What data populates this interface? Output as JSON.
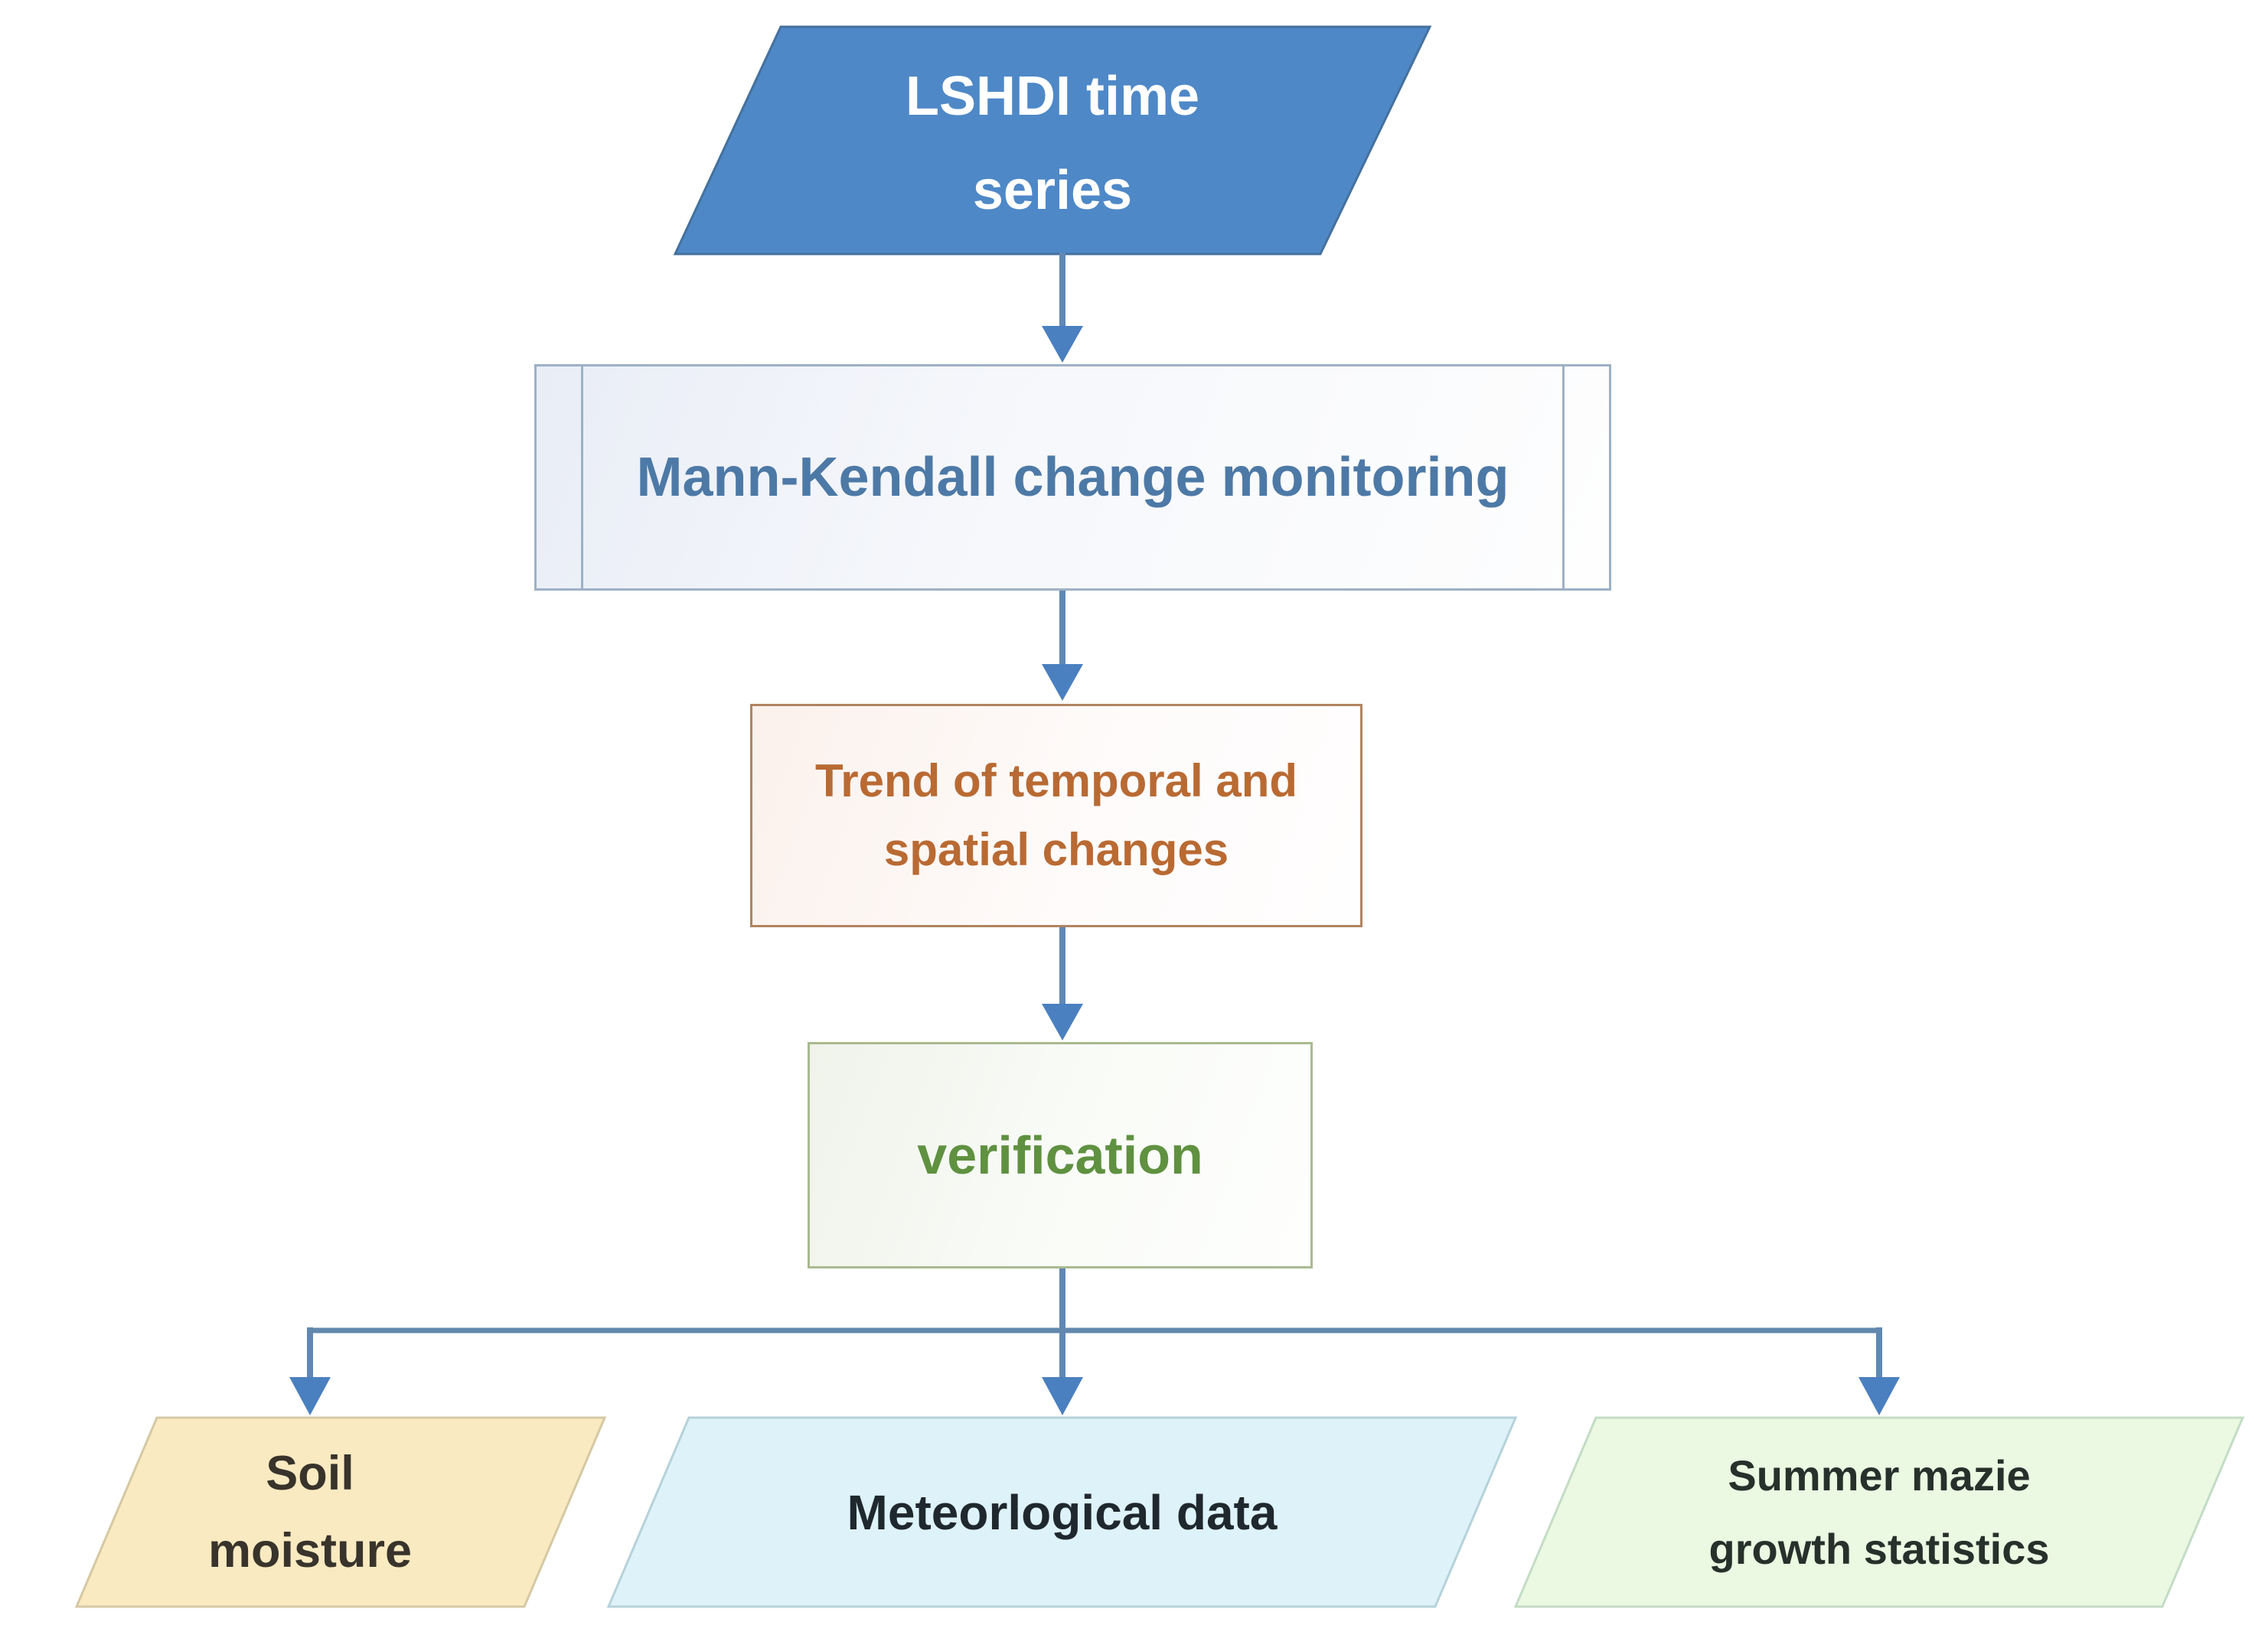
{
  "flowchart": {
    "nodes": {
      "lshdi_time_series": {
        "lines": [
          "LSHDI time",
          "series"
        ],
        "shape": "parallelogram",
        "fill": "#4e88c7",
        "border_color": "#44719e",
        "text_color": "#ffffff"
      },
      "mann_kendall": {
        "lines": [
          "Mann-Kendall change monitoring"
        ],
        "shape": "predefined-process",
        "fill": "#f5f7fb",
        "border_color": "#9db1c5",
        "text_color": "#4d79a6"
      },
      "trend": {
        "lines": [
          "Trend of temporal and",
          "spatial changes"
        ],
        "shape": "process",
        "fill": "#fdf8f4",
        "border_color": "#b08460",
        "text_color": "#b96a33"
      },
      "verification": {
        "lines": [
          "verification"
        ],
        "shape": "process",
        "fill": "#f6f8f2",
        "border_color": "#a9ba90",
        "text_color": "#5f9140"
      },
      "soil_moisture": {
        "lines": [
          "Soil",
          "moisture"
        ],
        "shape": "parallelogram",
        "fill": "#faeac1",
        "border_color": "#d5c9a4",
        "text_color": "#38332b"
      },
      "meteorological_data": {
        "lines": [
          "Meteorlogical data"
        ],
        "shape": "parallelogram",
        "fill": "#def2f9",
        "border_color": "#b6d2da",
        "text_color": "#1f282e"
      },
      "summer_maize": {
        "lines": [
          "Summer mazie",
          "growth statistics"
        ],
        "shape": "parallelogram",
        "fill": "#ebf8e2",
        "border_color": "#c4dcc6",
        "text_color": "#27312b"
      }
    },
    "edges": [
      {
        "from": "lshdi_time_series",
        "to": "mann_kendall"
      },
      {
        "from": "mann_kendall",
        "to": "trend"
      },
      {
        "from": "trend",
        "to": "verification"
      },
      {
        "from": "verification",
        "to": "soil_moisture"
      },
      {
        "from": "verification",
        "to": "meteorological_data"
      },
      {
        "from": "verification",
        "to": "summer_maize"
      }
    ],
    "connector_color": "#5f88b4",
    "arrowhead_color": "#4a80c0",
    "background_color": "#ffffff"
  }
}
